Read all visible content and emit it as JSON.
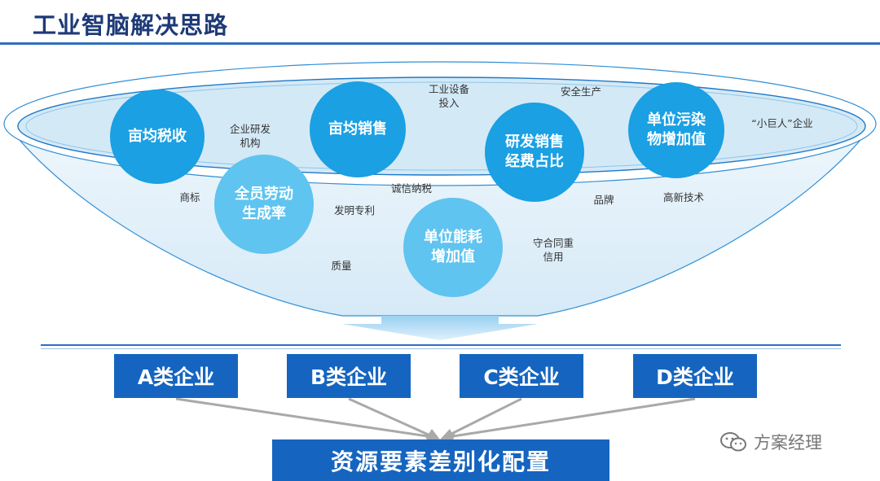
{
  "title": "工业智脑解决思路",
  "funnel": {
    "circles": [
      {
        "text": "亩均税收"
      },
      {
        "text": "亩均销售"
      },
      {
        "text": "研发销售\n经费占比"
      },
      {
        "text": "单位污染\n物增加值"
      },
      {
        "text": "全员劳动\n生成率"
      },
      {
        "text": "单位能耗\n增加值"
      }
    ],
    "labels": [
      "企业研发\n机构",
      "工业设备\n投入",
      "安全生产",
      "“小巨人”企业",
      "商标",
      "诚信纳税",
      "发明专利",
      "品牌",
      "高新技术",
      "守合同重\n信用",
      "质量"
    ]
  },
  "categories": [
    "A类企业",
    "B类企业",
    "C类企业",
    "D类企业"
  ],
  "result": "资源要素差别化配置",
  "watermark": "方案经理",
  "colors": {
    "title": "#1e3a78",
    "line": "#2f6fbf",
    "box": "#1565c0",
    "circle_dark": "#1aa0e3",
    "circle_light": "#5fc4ef",
    "funnel_fill": "#d9ecf7"
  }
}
